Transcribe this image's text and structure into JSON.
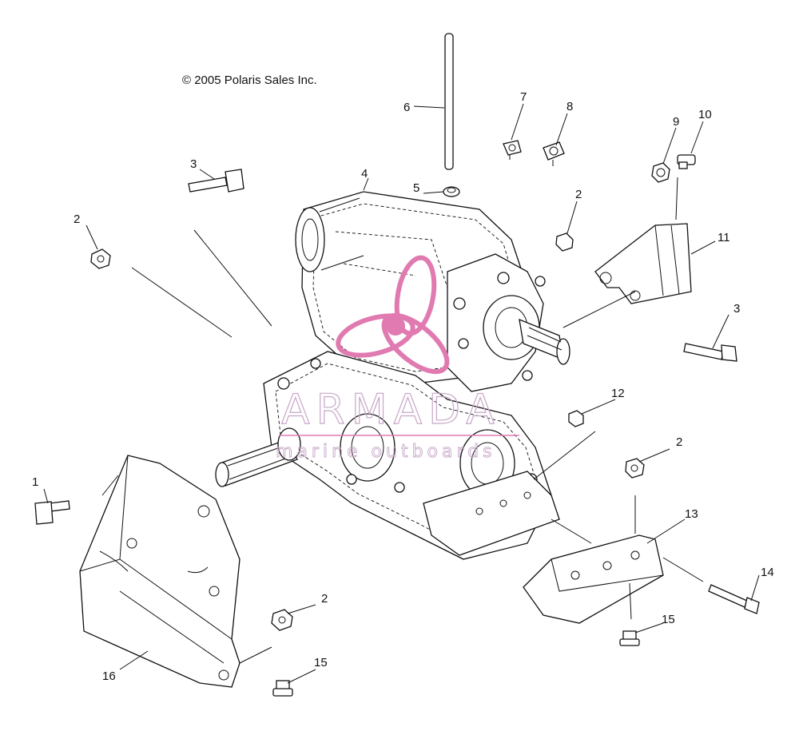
{
  "copyright": "© 2005 Polaris Sales Inc.",
  "watermark": {
    "main": "ARMADA",
    "sub": "marine outboards",
    "color": "#e07ab0"
  },
  "callouts": {
    "c1": "1",
    "c2a": "2",
    "c2b": "2",
    "c2c": "2",
    "c2d": "2",
    "c3a": "3",
    "c3b": "3",
    "c4": "4",
    "c5": "5",
    "c6": "6",
    "c7": "7",
    "c8": "8",
    "c9": "9",
    "c10": "10",
    "c11": "11",
    "c12": "12",
    "c13": "13",
    "c14": "14",
    "c15a": "15",
    "c15b": "15",
    "c16": "16"
  }
}
